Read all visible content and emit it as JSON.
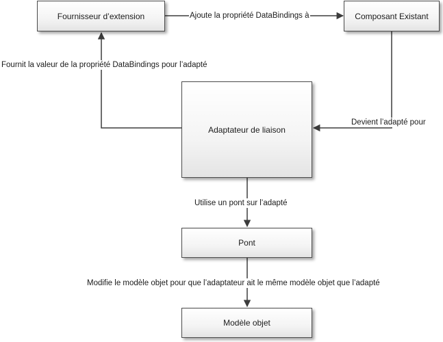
{
  "nodes": {
    "fournisseur": "Fournisseur d’extension",
    "composant": "Composant Existant",
    "adaptateur": "Adaptateur de liaison",
    "pont": "Pont",
    "modele": "Modèle objet"
  },
  "edges": {
    "ajoute": "Ajoute la propriété DataBindings à",
    "fournit": "Fournit la valeur de la propriété DataBindings pour l’adapté",
    "devient": "Devient l’adapté pour",
    "utilise": "Utilise un pont sur l’adapté",
    "modifie": "Modifie le modèle objet pour que l’adaptateur ait le même modèle objet que l’adapté"
  }
}
